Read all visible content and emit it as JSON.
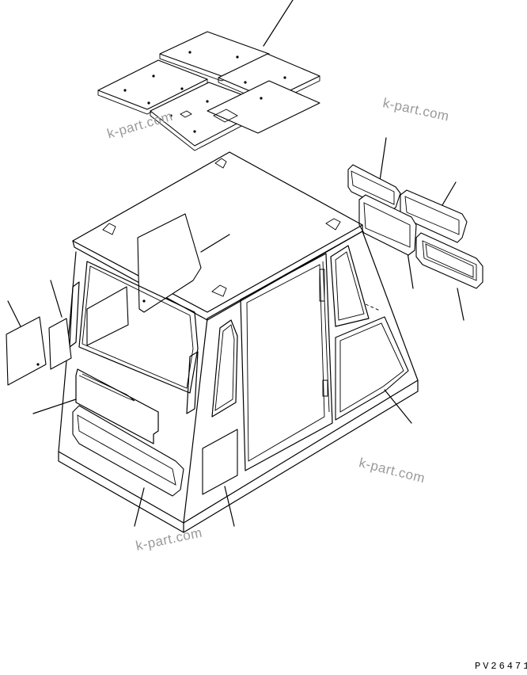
{
  "drawing": {
    "code": "PV26471",
    "watermarks": [
      "k-part.com",
      "k-part.com",
      "k-part.com",
      "k-part.com"
    ],
    "colors": {
      "line": "#000000",
      "watermark": "#9a9a9a",
      "background": "#ffffff"
    }
  }
}
